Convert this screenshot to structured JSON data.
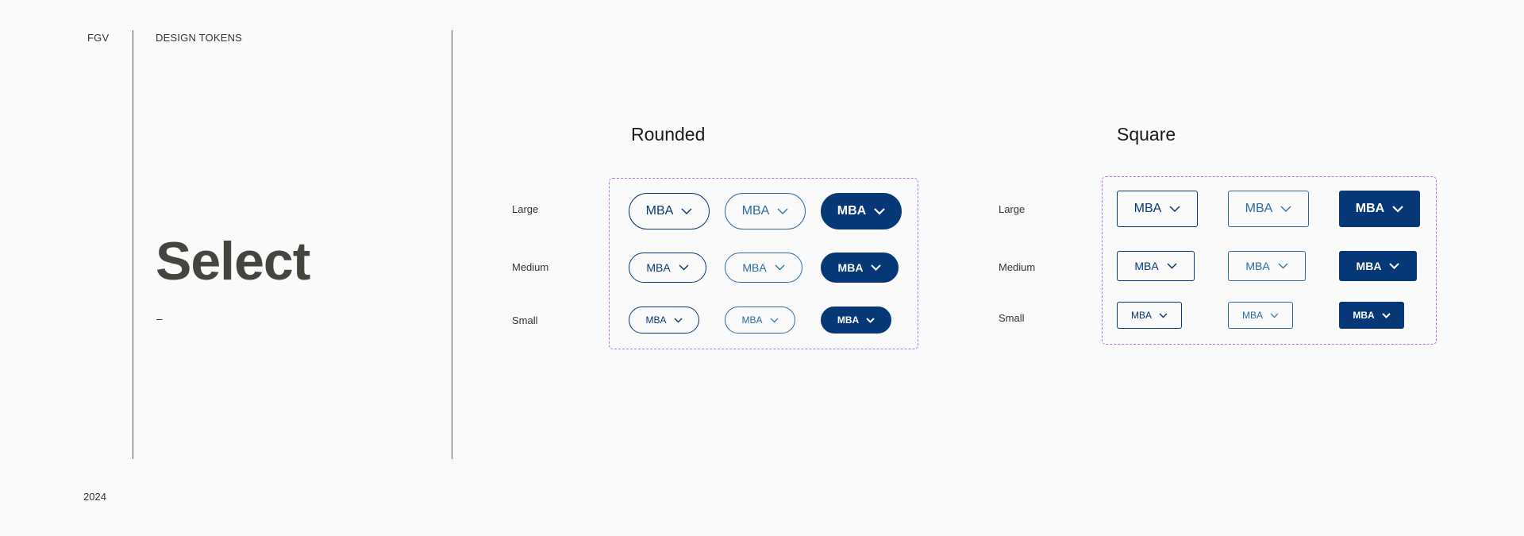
{
  "header": {
    "brand": "FGV",
    "section": "DESIGN TOKENS"
  },
  "footer": {
    "year": "2024"
  },
  "hero": {
    "title": "Select",
    "subtitle": "–"
  },
  "rounded": {
    "title": "Rounded",
    "labels": {
      "large": "Large",
      "medium": "Medium",
      "small": "Small"
    },
    "option": "MBA"
  },
  "square": {
    "title": "Square",
    "labels": {
      "large": "Large",
      "medium": "Medium",
      "small": "Small"
    },
    "option": "MBA"
  },
  "colors": {
    "primary": "#063776",
    "secondary_outline": "#2a6aa3",
    "frame_dashed": "#b36df0",
    "title_text": "#45453f",
    "background": "#fafafa"
  },
  "icons": {
    "chevron": "chevron-down-icon"
  }
}
